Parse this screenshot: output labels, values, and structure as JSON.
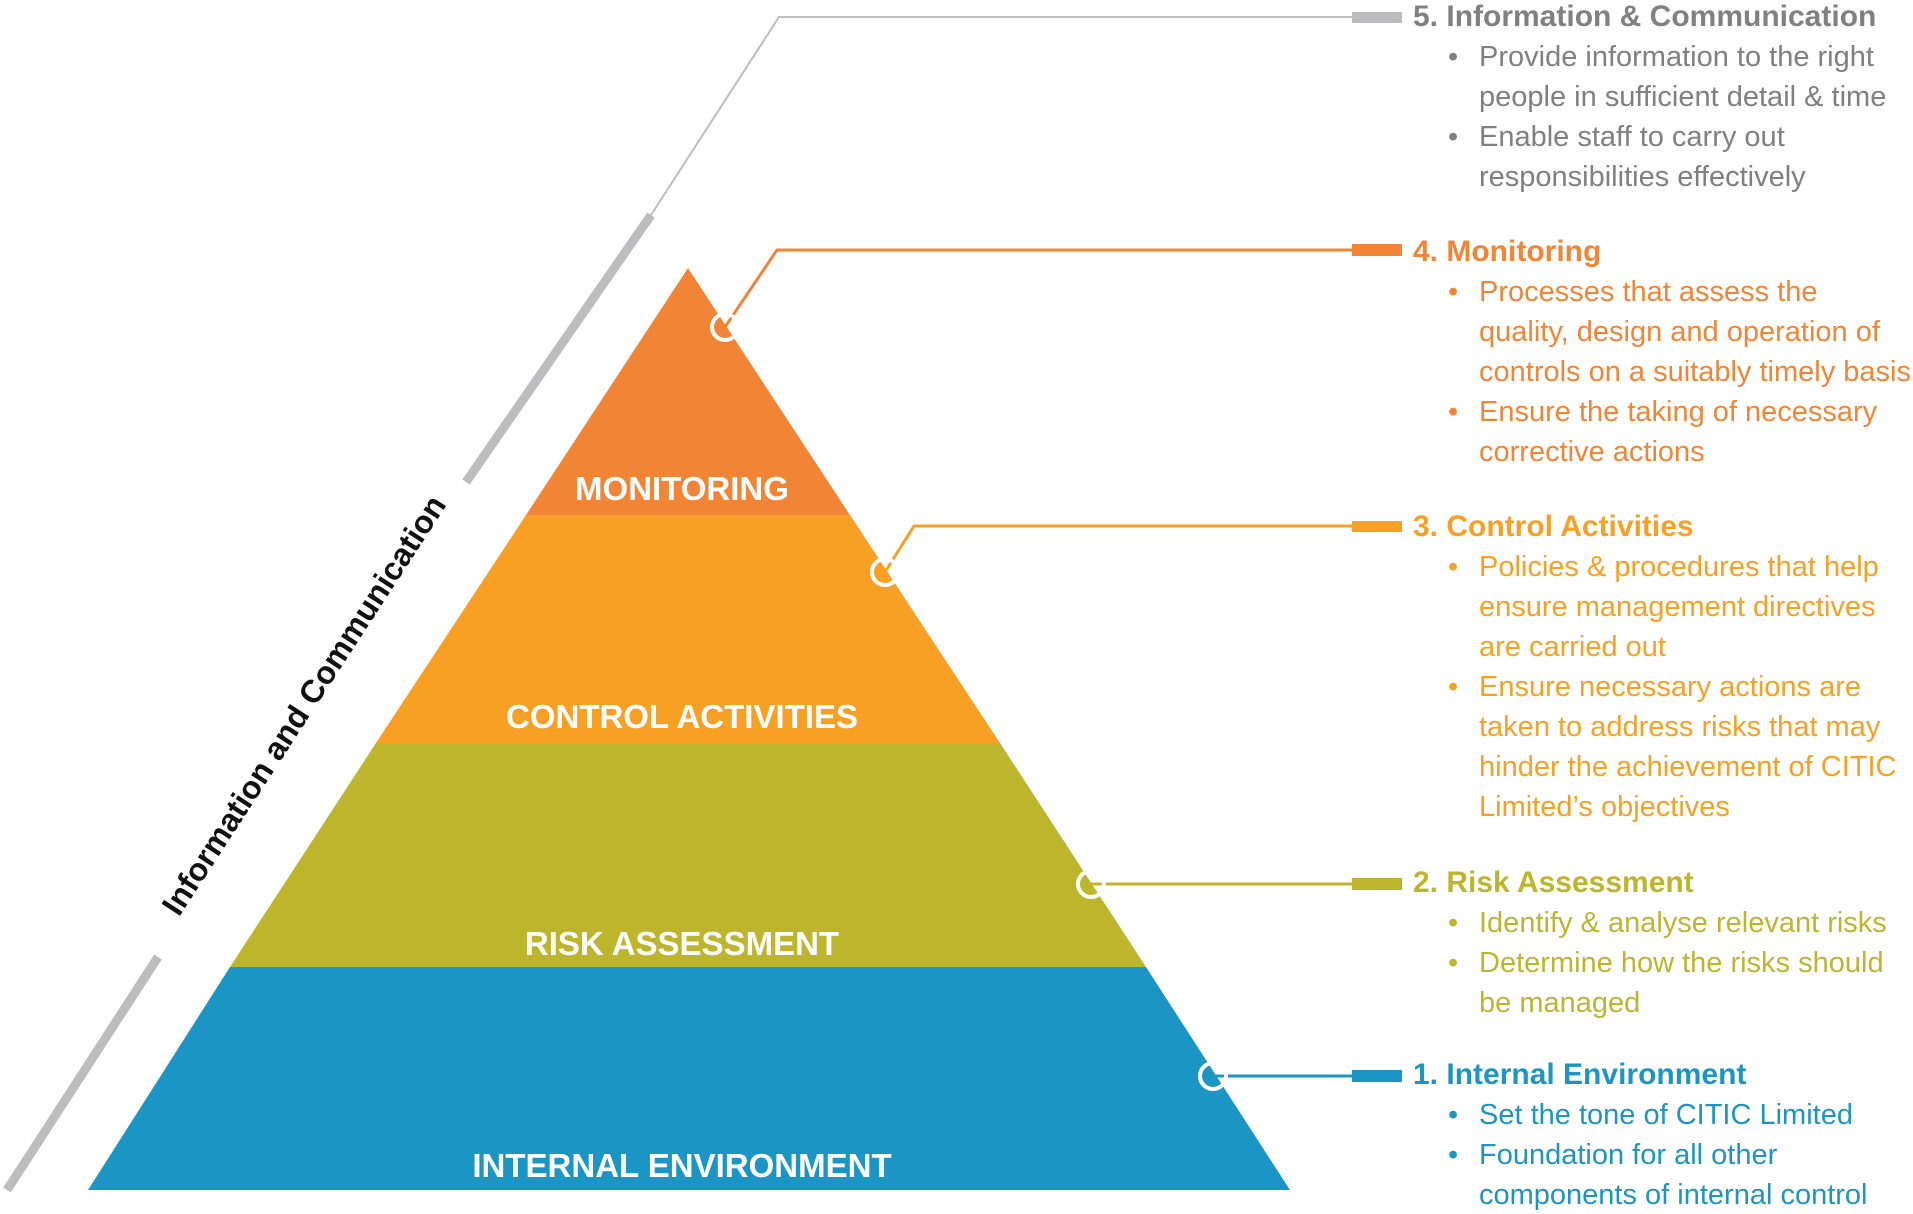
{
  "pyramid": {
    "side_label": "Information and Communication",
    "tiers": [
      {
        "label": "MONITORING",
        "color": "#F28436"
      },
      {
        "label": "CONTROL ACTIVITIES",
        "color": "#F8A023"
      },
      {
        "label": "RISK ASSESSMENT",
        "color": "#BDB62D"
      },
      {
        "label": "INTERNAL ENVIRONMENT",
        "color": "#1B96C4"
      }
    ]
  },
  "components": [
    {
      "title": "5. Information & Communication",
      "color": "#808083",
      "bullets": [
        "Provide information to the right people in sufficient detail & time",
        "Enable staff to carry out responsibilities effectively"
      ]
    },
    {
      "title": "4. Monitoring",
      "color": "#F28436",
      "bullets": [
        "Processes that assess the quality, design and operation of controls on a suitably timely basis",
        "Ensure the taking of necessary corrective actions"
      ]
    },
    {
      "title": "3. Control Activities",
      "color": "#F8A023",
      "bullets": [
        "Policies & procedures that help ensure management directives are carried out",
        "Ensure necessary actions are taken to address risks that may hinder the achievement of CITIC Limited’s objectives"
      ]
    },
    {
      "title": "2. Risk Assessment",
      "color": "#BDB62D",
      "bullets": [
        "Identify & analyse relevant risks",
        "Determine how the risks should be managed"
      ]
    },
    {
      "title": "1. Internal Environment",
      "color": "#1B96C4",
      "bullets": [
        "Set the tone of CITIC Limited",
        "Foundation for all other components of internal control"
      ]
    }
  ]
}
